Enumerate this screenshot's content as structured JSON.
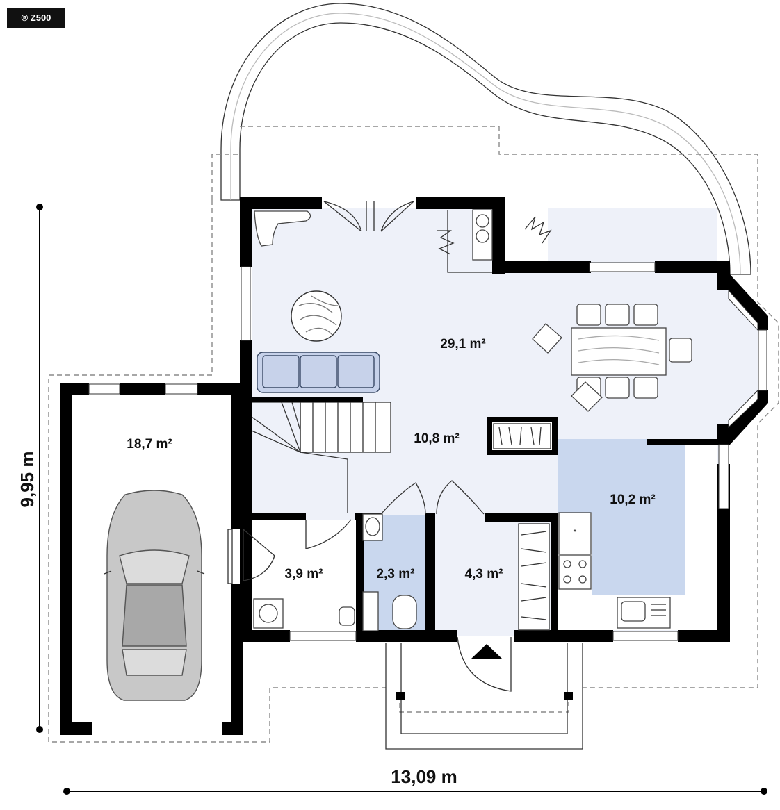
{
  "badge": "® Z500",
  "rooms": {
    "living": "29,1 m²",
    "hall": "10,8 m²",
    "kitchen": "10,2 m²",
    "garage": "18,7 m²",
    "utility": "3,9 m²",
    "wc": "2,3 m²",
    "vestibule": "4,3 m²"
  },
  "dimensions": {
    "width": "13,09 m",
    "depth": "9,95 m"
  },
  "colors": {
    "floor": "#eef1f9",
    "highlight": "#c9d7ee",
    "wall": "#000000",
    "sofa": "#c7d2ea"
  },
  "icons": {
    "entrance": "entrance-arrow-icon",
    "copyright": "copyright-icon"
  }
}
